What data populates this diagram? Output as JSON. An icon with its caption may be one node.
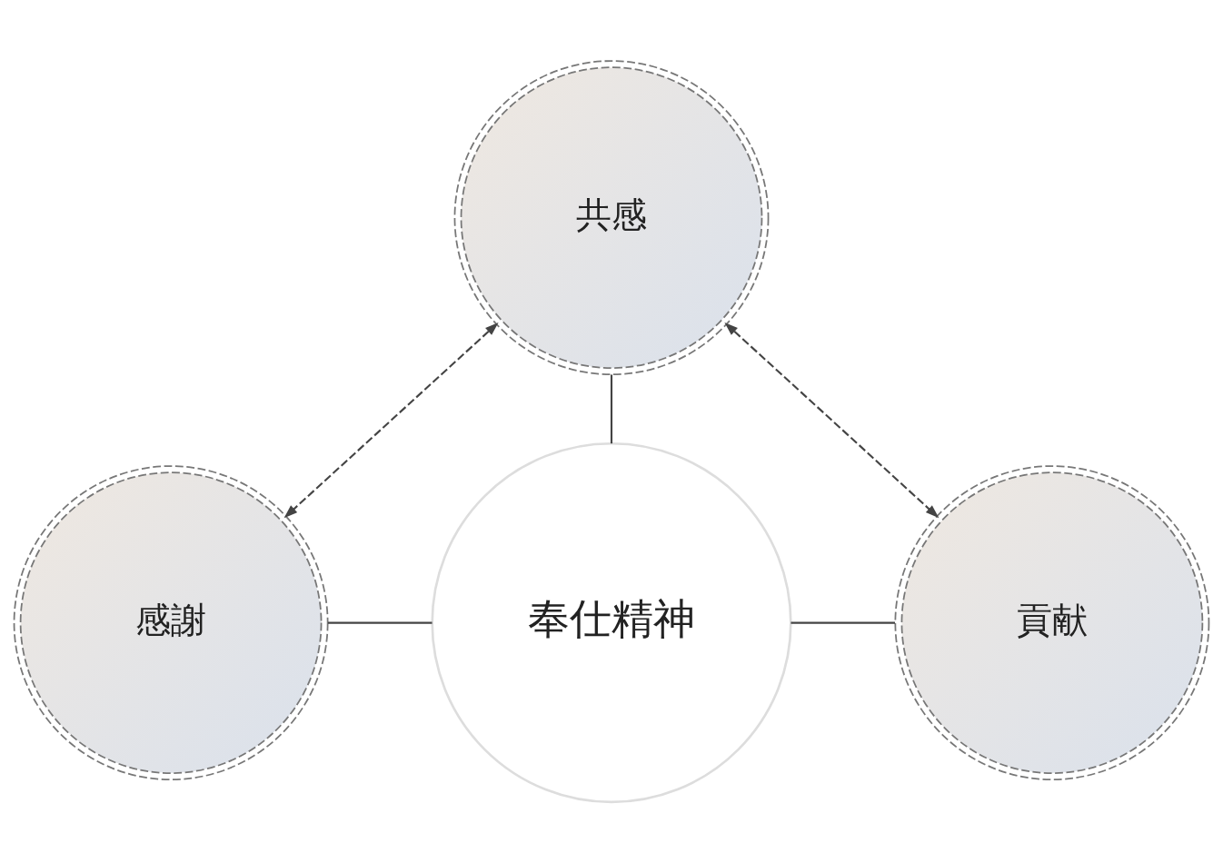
{
  "diagram": {
    "nodes": [
      {
        "text": [
          "共感"
        ]
      },
      {
        "text": [
          "感謝"
        ]
      },
      {
        "text": [
          "奉仕精神"
        ]
      },
      {
        "text": [
          "貢献"
        ]
      }
    ],
    "edges": [
      {
        "from": 0,
        "to": 1,
        "arrow": "both",
        "style": "dashed"
      },
      {
        "from": 0,
        "to": 3,
        "arrow": "both",
        "style": "dashed"
      },
      {
        "from": 0,
        "to": 2,
        "arrow": "none"
      },
      {
        "from": 1,
        "to": 2,
        "arrow": "none"
      },
      {
        "from": 2,
        "to": 3,
        "arrow": "none"
      }
    ]
  }
}
